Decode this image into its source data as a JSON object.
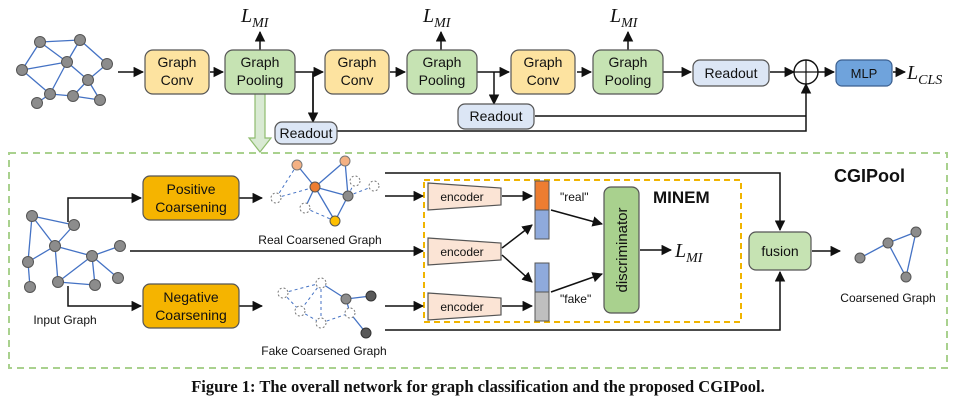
{
  "colors": {
    "conv": "#fde3a0",
    "pool": "#c6e3b3",
    "readout": "#dce6f5",
    "mlp": "#6fa3dc",
    "coarsen": "#f5b400",
    "disc": "#a9d18e",
    "fusion": "#c6e3b3",
    "encoder": "#fbe4d5",
    "node": "#8c8c8c",
    "edge": "#4472c4",
    "dashed_frame": "#a9d18e",
    "minem_frame": "#f0b400",
    "vec_orange": "#ed7d31",
    "vec_blue": "#8faadc",
    "vec_gray": "#bfbfbf"
  },
  "top": {
    "blocks": [
      {
        "l1": "Graph",
        "l2": "Conv"
      },
      {
        "l1": "Graph",
        "l2": "Pooling"
      },
      {
        "l1": "Graph",
        "l2": "Conv"
      },
      {
        "l1": "Graph",
        "l2": "Pooling"
      },
      {
        "l1": "Graph",
        "l2": "Conv"
      },
      {
        "l1": "Graph",
        "l2": "Pooling"
      }
    ],
    "readout": "Readout",
    "mlp": "MLP",
    "loss_mi": {
      "base": "L",
      "sub": "MI"
    },
    "loss_cls": {
      "base": "L",
      "sub": "CLS"
    }
  },
  "bottom": {
    "title": "CGIPool",
    "positive": {
      "l1": "Positive",
      "l2": "Coarsening"
    },
    "negative": {
      "l1": "Negative",
      "l2": "Coarsening"
    },
    "input_graph": "Input Graph",
    "real_graph": "Real Coarsened Graph",
    "fake_graph": "Fake Coarsened Graph",
    "coarsened_graph": "Coarsened Graph",
    "encoder": "encoder",
    "real": "\"real\"",
    "fake": "\"fake\"",
    "discriminator": "discriminator",
    "minem": "MINEM",
    "fusion": "fusion",
    "loss_mi": {
      "base": "L",
      "sub": "MI"
    }
  },
  "caption": "Figure 1: The overall network for graph classification and the proposed CGIPool."
}
